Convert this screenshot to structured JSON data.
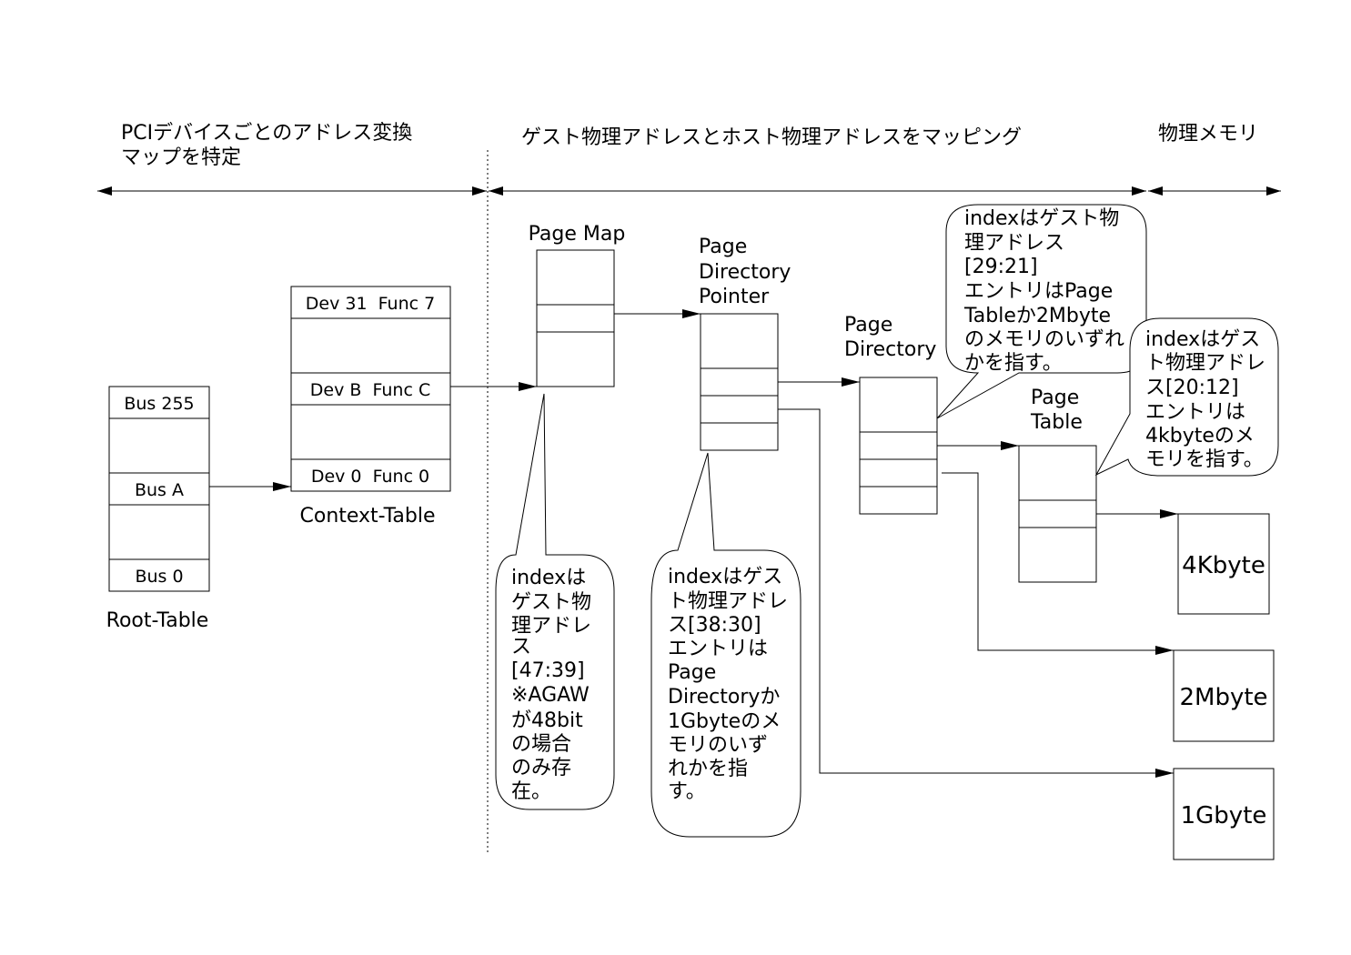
{
  "headers": {
    "pci_line1": "PCIデバイスごとのアドレス変換",
    "pci_line2": "マップを特定",
    "mapping": "ゲスト物理アドレスとホスト物理アドレスをマッピング",
    "phys": "物理メモリ"
  },
  "root_table": {
    "name": "Root-Table",
    "entries": [
      "Bus 255",
      "Bus A",
      "Bus 0"
    ]
  },
  "context_table": {
    "name": "Context-Table",
    "entries": [
      "Dev 31  Func 7",
      "Dev B  Func C",
      "Dev 0  Func 0"
    ]
  },
  "labels": {
    "page_map": "Page Map",
    "pdp_lines": [
      "Page",
      "Directory",
      "Pointer"
    ],
    "pd_lines": [
      "Page",
      "Directory"
    ],
    "pt_lines": [
      "Page",
      "Table"
    ]
  },
  "memory": {
    "m4k": "4Kbyte",
    "m2m": "2Mbyte",
    "m1g": "1Gbyte"
  },
  "bubbles": {
    "page_map": [
      "indexは",
      "ゲスト物",
      "理アドレ",
      "ス",
      "[47:39]",
      "※AGAW",
      "が48bit",
      "の場合",
      "のみ存",
      "在。"
    ],
    "pdp": [
      "indexはゲス",
      "ト物理アドレ",
      "ス[38:30]",
      "エントリは",
      "Page",
      "Directoryか",
      "1Gbyteのメ",
      "モリのいず",
      "れかを指",
      "す。"
    ],
    "pd": [
      "indexはゲスト物",
      "理アドレス",
      "[29:21]",
      "エントリはPage",
      "Tableか2Mbyte",
      "のメモリのいずれ",
      "かを指す。"
    ],
    "pt": [
      "indexはゲス",
      "ト物理アドレ",
      "ス[20:12]",
      "エントリは",
      "4kbyteのメ",
      "モリを指す。"
    ]
  }
}
